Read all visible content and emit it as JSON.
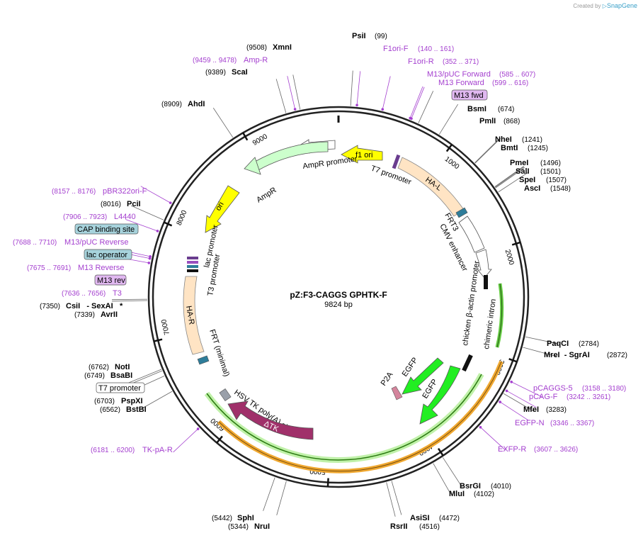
{
  "credit": {
    "prefix": "Created by",
    "brand": "SnapGene"
  },
  "plasmid": {
    "name": "pZ:F3-CAGGS GPHTK-F",
    "size": "9824 bp",
    "length": 9824
  },
  "ticks": [
    {
      "label": "1000",
      "bp": 1000
    },
    {
      "label": "2000",
      "bp": 2000
    },
    {
      "label": "3000",
      "bp": 3000
    },
    {
      "label": "4000",
      "bp": 4000
    },
    {
      "label": "5000",
      "bp": 5000
    },
    {
      "label": "6000",
      "bp": 6000
    },
    {
      "label": "7000",
      "bp": 7000
    },
    {
      "label": "8000",
      "bp": 8000
    },
    {
      "label": "9000",
      "bp": 9000
    }
  ],
  "enzymes": [
    {
      "name": "PsiI",
      "pos": "(99)",
      "bp": 99
    },
    {
      "name": "BsmI",
      "pos": "(674)",
      "bp": 674
    },
    {
      "name": "PmlI",
      "pos": "(868)",
      "bp": 868
    },
    {
      "name": "NheI",
      "pos": "(1241)",
      "bp": 1241
    },
    {
      "name": "BmtI",
      "pos": "(1245)",
      "bp": 1245
    },
    {
      "name": "PmeI",
      "pos": "(1496)",
      "bp": 1496
    },
    {
      "name": "SalI",
      "pos": "(1501)",
      "bp": 1501
    },
    {
      "name": "SpeI",
      "pos": "(1507)",
      "bp": 1507
    },
    {
      "name": "AscI",
      "pos": "(1548)",
      "bp": 1548
    },
    {
      "name": "PaqCI",
      "pos": "(2784)",
      "bp": 2784
    },
    {
      "name": "MreI  - SgrAI",
      "pos": "(2872)",
      "bp": 2872
    },
    {
      "name": "MfeI",
      "pos": "(3283)",
      "bp": 3283
    },
    {
      "name": "BsrGI",
      "pos": "(4010)",
      "bp": 4010
    },
    {
      "name": "MluI",
      "pos": "(4102)",
      "bp": 4102
    },
    {
      "name": "AsiSI",
      "pos": "(4472)",
      "bp": 4472
    },
    {
      "name": "RsrII",
      "pos": "(4516)",
      "bp": 4516
    },
    {
      "name": "SphI",
      "pos": "(5442)",
      "bp": 5442
    },
    {
      "name": "NruI",
      "pos": "(5344)",
      "bp": 5344
    },
    {
      "name": "PspXI",
      "pos": "(6703)",
      "bp": 6703
    },
    {
      "name": "BstBI",
      "pos": "(6562)",
      "bp": 6562
    },
    {
      "name": "NotI",
      "pos": "(6762)",
      "bp": 6762
    },
    {
      "name": "BsaBI",
      "pos": "(6749)",
      "bp": 6749
    },
    {
      "name": "CsiI   - SexAI",
      "pos": "(7350)",
      "bp": 7350,
      "star": "*"
    },
    {
      "name": "AvrII",
      "pos": "(7339)",
      "bp": 7339
    },
    {
      "name": "PciI",
      "pos": "(8016)",
      "bp": 8016
    },
    {
      "name": "AhdI",
      "pos": "(8909)",
      "bp": 8909
    },
    {
      "name": "ScaI",
      "pos": "(9389)",
      "bp": 9389
    },
    {
      "name": "XmnI",
      "pos": "(9508)",
      "bp": 9508
    }
  ],
  "primers": [
    {
      "name": "F1ori-F",
      "pos": "(140 .. 161)",
      "bp": 150
    },
    {
      "name": "F1ori-R",
      "pos": "(352 .. 371)",
      "bp": 361
    },
    {
      "name": "M13/pUC Forward",
      "pos": "(585 .. 607)",
      "bp": 596
    },
    {
      "name": "M13 Forward",
      "pos": "(599 .. 616)",
      "bp": 607
    },
    {
      "name": "pCAGGS-5",
      "pos": "(3158 .. 3180)",
      "bp": 3169
    },
    {
      "name": "pCAG-F",
      "pos": "(3242 .. 3261)",
      "bp": 3251
    },
    {
      "name": "EGFP-N",
      "pos": "(3346 .. 3367)",
      "bp": 3356
    },
    {
      "name": "EXFP-R",
      "pos": "(3607 .. 3626)",
      "bp": 3616
    },
    {
      "name": "TK-pA-R",
      "pos": "(6181 .. 6200)",
      "bp": 6190
    },
    {
      "name": "T3",
      "pos": "(7636 .. 7656)",
      "bp": 7646
    },
    {
      "name": "M13 Reverse",
      "pos": "(7675 .. 7691)",
      "bp": 7683
    },
    {
      "name": "M13/pUC Reverse",
      "pos": "(7688 .. 7710)",
      "bp": 7699
    },
    {
      "name": "L4440",
      "pos": "(7906 .. 7923)",
      "bp": 7914
    },
    {
      "name": "pBR322ori-F",
      "pos": "(8157 .. 8176)",
      "bp": 8166
    },
    {
      "name": "Amp-R",
      "pos": "(9459 .. 9478)",
      "bp": 9468
    }
  ],
  "boxed_labels": [
    {
      "text": "M13 fwd",
      "style": "purple"
    },
    {
      "text": "CAP binding site",
      "style": "teal"
    },
    {
      "text": "lac operator",
      "style": "teal"
    },
    {
      "text": "M13 rev",
      "style": "purple"
    },
    {
      "text": "T7 promoter",
      "style": "white"
    }
  ],
  "features": [
    {
      "name": "f1 ori",
      "color": "#ffff00"
    },
    {
      "name": "T7 promoter",
      "color": "#ffffff"
    },
    {
      "name": "HA-L",
      "color": "#ffe4c4"
    },
    {
      "name": "FRT3",
      "color": "#2e7d9a"
    },
    {
      "name": "CMV enhancer",
      "color": "#ffffff"
    },
    {
      "name": "chicken β-actin promoter",
      "color": "#ffffff"
    },
    {
      "name": "chimeric intron",
      "color": "#66cc44"
    },
    {
      "name": "EGFP",
      "color": "#22ee22"
    },
    {
      "name": "P2A",
      "color": "#d4849c"
    },
    {
      "name": "HSV TK poly(A) signal",
      "color": "#9aa0aa"
    },
    {
      "name": "ΔTK",
      "color": "#a0306a"
    },
    {
      "name": "FRT (minimal)",
      "color": "#2e7d9a"
    },
    {
      "name": "HA-R",
      "color": "#ffe4c4"
    },
    {
      "name": "T3 promoter",
      "color": "#ffffff"
    },
    {
      "name": "lac promoter",
      "color": "#ffffff"
    },
    {
      "name": "ori",
      "color": "#ffff00"
    },
    {
      "name": "AmpR",
      "color": "#ccffcc"
    },
    {
      "name": "AmpR promoter",
      "color": "#ffffff"
    }
  ]
}
